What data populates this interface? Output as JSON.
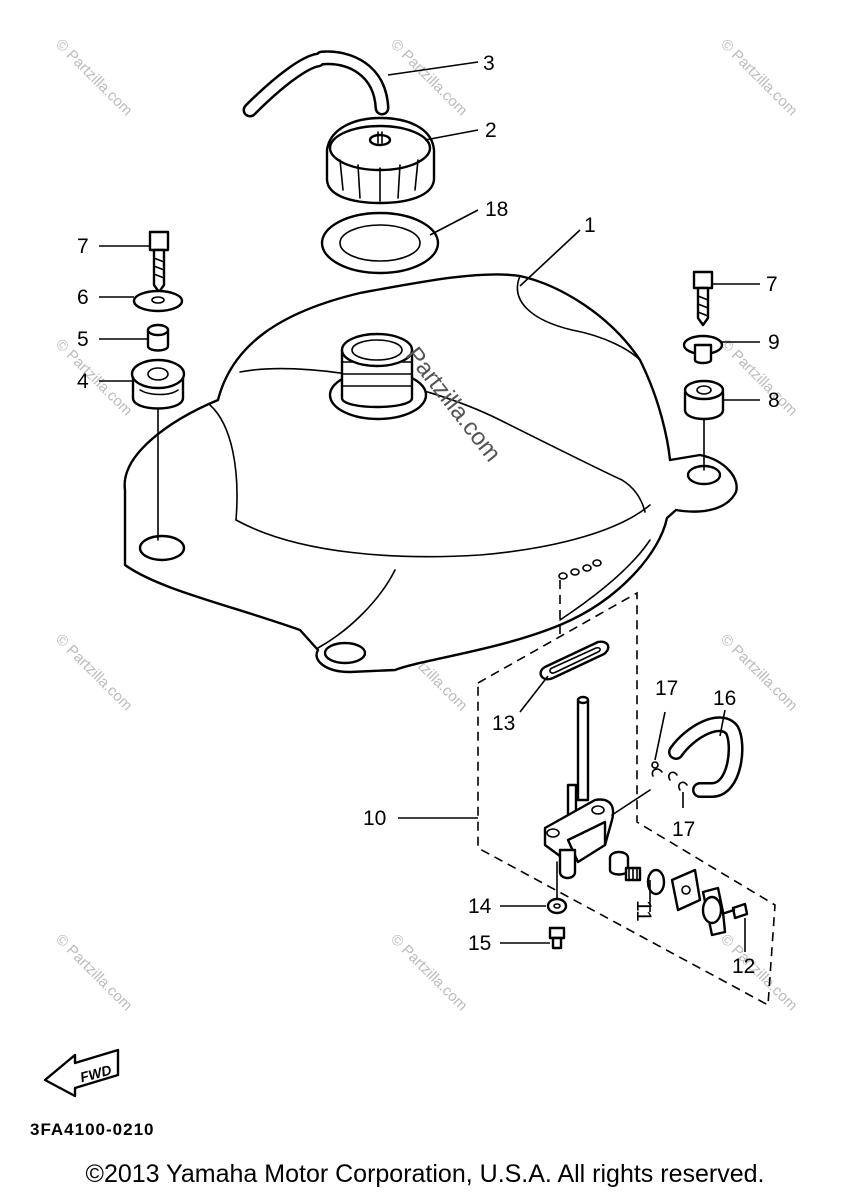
{
  "diagram": {
    "callouts": {
      "c1": "1",
      "c2": "2",
      "c3": "3",
      "c4": "4",
      "c5": "5",
      "c6": "6",
      "c7a": "7",
      "c7b": "7",
      "c8": "8",
      "c9": "9",
      "c10": "10",
      "c11": "11",
      "c12": "12",
      "c13": "13",
      "c14": "14",
      "c15": "15",
      "c16": "16",
      "c17a": "17",
      "c17b": "17",
      "c18": "18"
    },
    "fwd_label": "FWD",
    "watermark": "© Partzilla.com",
    "center_watermark": "Partzilla.com",
    "drawing_code": "3FA4100-0210"
  },
  "footer": {
    "copyright": "©2013 Yamaha Motor Corporation, U.S.A. All rights reserved."
  }
}
